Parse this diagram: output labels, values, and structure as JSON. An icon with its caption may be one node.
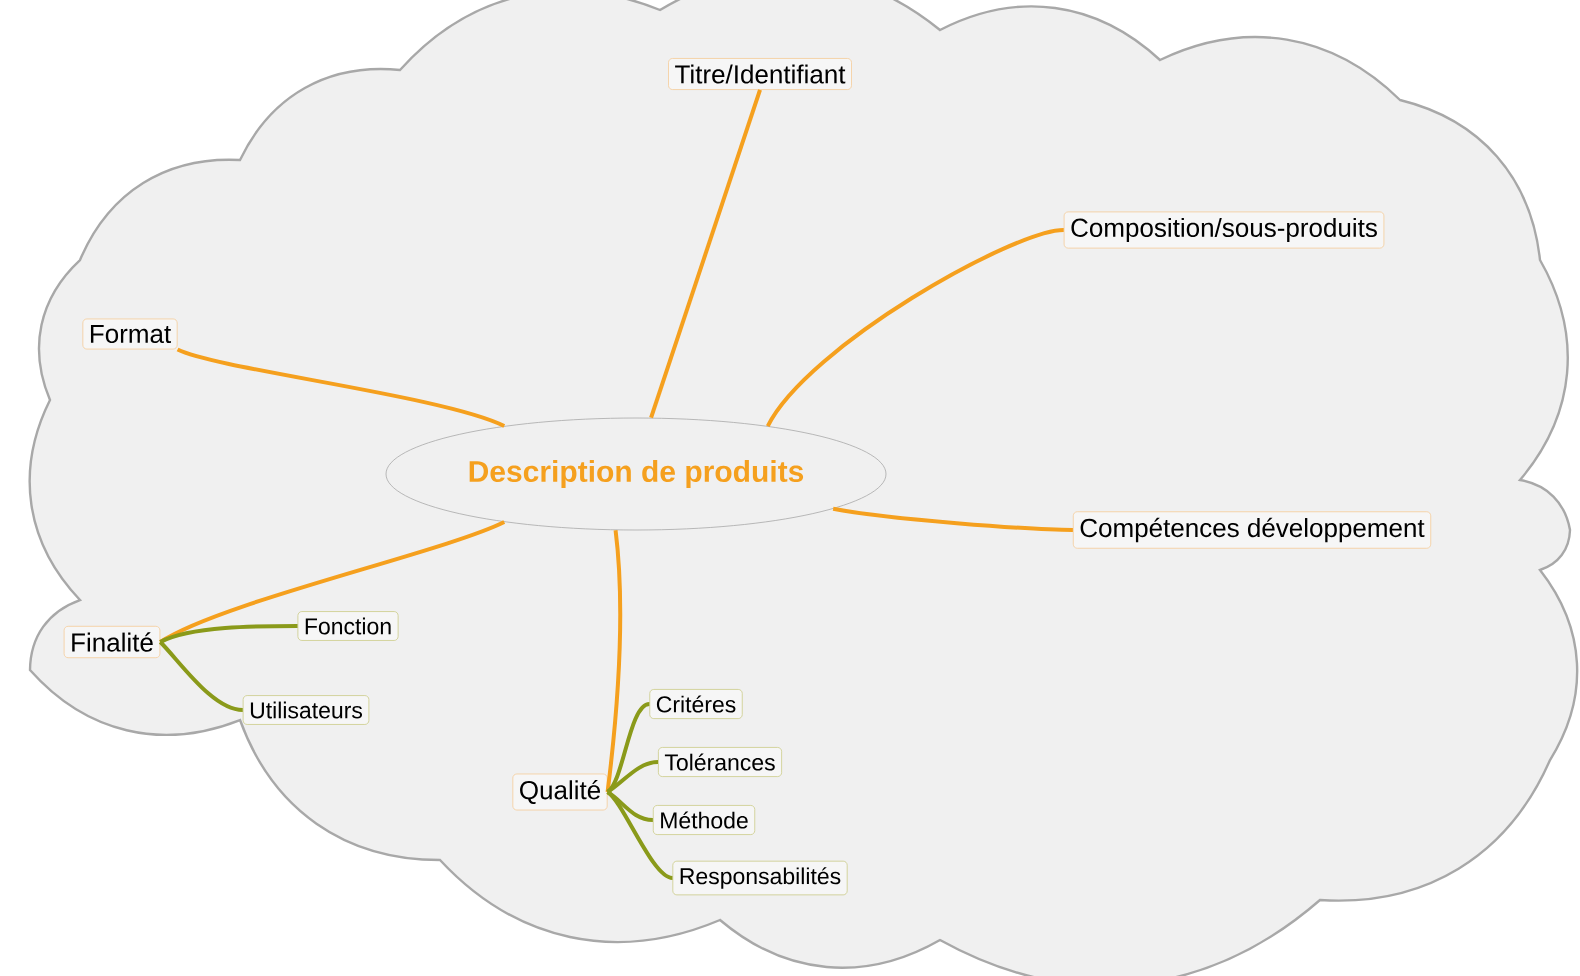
{
  "diagram": {
    "nodes": [
      {
        "text": [
          "Titre/Identifiant"
        ]
      },
      {
        "text": [
          "Composition/sous-produits"
        ]
      },
      {
        "text": [
          "Format"
        ]
      },
      {
        "text": [
          "Description de produits"
        ]
      },
      {
        "text": [
          "Compétences développement"
        ]
      },
      {
        "text": [
          "Fonction"
        ]
      },
      {
        "text": [
          "Finalité"
        ]
      },
      {
        "text": [
          "Utilisateurs"
        ]
      },
      {
        "text": [
          "Critéres"
        ]
      },
      {
        "text": [
          "Tolérances"
        ]
      },
      {
        "text": [
          "Qualité"
        ]
      },
      {
        "text": [
          "Méthode"
        ]
      },
      {
        "text": [
          "Responsabilités"
        ]
      }
    ],
    "edges": [
      {
        "from": 3,
        "to": 0,
        "arrow": "none",
        "color": "#f5a01e"
      },
      {
        "from": 3,
        "to": 1,
        "arrow": "none",
        "color": "#f5a01e"
      },
      {
        "from": 3,
        "to": 2,
        "arrow": "none",
        "color": "#f5a01e"
      },
      {
        "from": 3,
        "to": 4,
        "arrow": "none",
        "color": "#f5a01e"
      },
      {
        "from": 3,
        "to": 6,
        "arrow": "none",
        "color": "#f5a01e"
      },
      {
        "from": 3,
        "to": 10,
        "arrow": "none",
        "color": "#f5a01e"
      },
      {
        "from": 6,
        "to": 5,
        "arrow": "none",
        "color": "#8a9a1a"
      },
      {
        "from": 6,
        "to": 7,
        "arrow": "none",
        "color": "#8a9a1a"
      },
      {
        "from": 10,
        "to": 8,
        "arrow": "none",
        "color": "#8a9a1a"
      },
      {
        "from": 10,
        "to": 9,
        "arrow": "none",
        "color": "#8a9a1a"
      },
      {
        "from": 10,
        "to": 11,
        "arrow": "none",
        "color": "#8a9a1a"
      },
      {
        "from": 10,
        "to": 12,
        "arrow": "none",
        "color": "#8a9a1a"
      }
    ]
  }
}
